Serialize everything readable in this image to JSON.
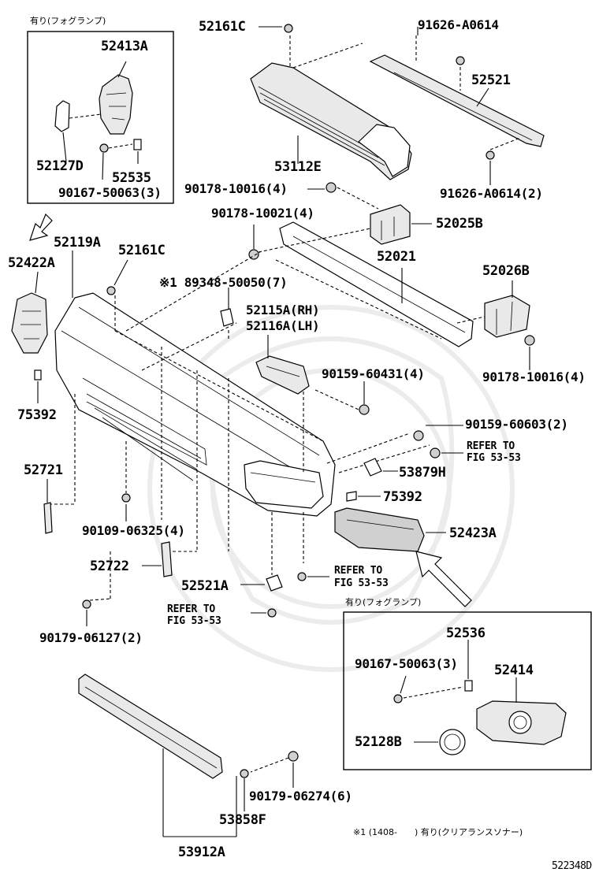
{
  "diagram_code": "522348D",
  "notes": {
    "fog_lamp_inset_top": "有り(フォグランプ)",
    "fog_lamp_inset_bottom": "有り(フォグランプ)",
    "footnote": "※1 (1408-　　) 有り(クリアランスソナー)"
  },
  "parts": {
    "p52413A": "52413A",
    "p52127D": "52127D",
    "p52535": "52535",
    "p90167_50063_a": "90167-50063(3)",
    "p52161C_top": "52161C",
    "p91626_A0614": "91626-A0614",
    "p52521": "52521",
    "p53112E": "53112E",
    "p91626_A0614_2": "91626-A0614(2)",
    "p90178_10016_a": "90178-10016(4)",
    "p90178_10021": "90178-10021(4)",
    "p52025B": "52025B",
    "p52119A": "52119A",
    "p52422A": "52422A",
    "p52161C_mid": "52161C",
    "p89348_50050": "※1 89348-50050(7)",
    "p52021": "52021",
    "p52026B": "52026B",
    "p52115A": "52115A(RH)",
    "p52116A": "52116A(LH)",
    "p90178_10016_b": "90178-10016(4)",
    "p90159_60431": "90159-60431(4)",
    "p75392_left": "75392",
    "p90159_60603": "90159-60603(2)",
    "refer_1a": "REFER TO",
    "refer_1b": "FIG 53-53",
    "p53879H": "53879H",
    "p52721": "52721",
    "p75392_right": "75392",
    "p90109_06325": "90109-06325(4)",
    "p52423A": "52423A",
    "p52722": "52722",
    "p52521A": "52521A",
    "refer_2a": "REFER TO",
    "refer_2b": "FIG 53-53",
    "refer_3a": "REFER TO",
    "refer_3b": "FIG 53-53",
    "p90179_06127": "90179-06127(2)",
    "p52536": "52536",
    "p90167_50063_b": "90167-50063(3)",
    "p52414": "52414",
    "p52128B": "52128B",
    "p90179_06274": "90179-06274(6)",
    "p53858F": "53858F",
    "p53912A": "53912A"
  }
}
